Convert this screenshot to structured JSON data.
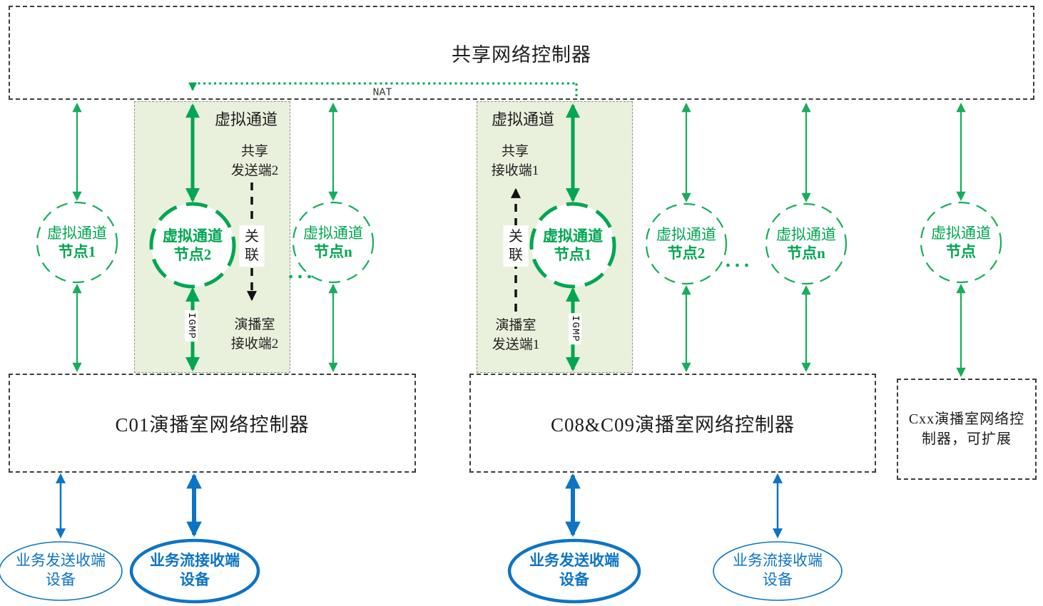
{
  "colors": {
    "green_accent": "#00a651",
    "green_thin": "#17ad5b",
    "panel_fill": "#e9f0dc",
    "blue_accent": "#0d74c5",
    "dash_border": "#3d3d3d"
  },
  "top_controller": {
    "label": "共享网络控制器"
  },
  "nat": {
    "label": "NAT"
  },
  "panels": [
    {
      "title": "虚拟通道"
    },
    {
      "title": "虚拟通道"
    }
  ],
  "nodes": [
    {
      "line1": "虚拟通道",
      "line2": "节点1"
    },
    {
      "line1": "虚拟通道",
      "line2": "节点2"
    },
    {
      "line1": "虚拟通道",
      "line2": "节点n"
    },
    {
      "line1": "虚拟通道",
      "line2": "节点1"
    },
    {
      "line1": "虚拟通道",
      "line2": "节点2"
    },
    {
      "line1": "虚拟通道",
      "line2": "节点n"
    },
    {
      "line1": "虚拟通道",
      "line2": "节点"
    }
  ],
  "ellipsis": "···",
  "flow_labels": {
    "left_top": {
      "line1": "共享",
      "line2": "发送端2"
    },
    "left_assoc": "关联",
    "left_bottom": {
      "line1": "演播室",
      "line2": "接收端2"
    },
    "left_igmp": "IGMP",
    "right_top": {
      "line1": "共享",
      "line2": "接收端1"
    },
    "right_assoc": "关联",
    "right_bottom": {
      "line1": "演播室",
      "line2": "发送端1"
    },
    "right_igmp": "IGMP"
  },
  "controllers": [
    {
      "label": "C01演播室网络控制器"
    },
    {
      "label": "C08&C09演播室网络控制器"
    },
    {
      "line1": "Cxx演播室网络控",
      "line2": "制器，可扩展"
    }
  ],
  "devices": [
    {
      "line1": "业务发送收端",
      "line2": "设备"
    },
    {
      "line1": "业务流接收端",
      "line2": "设备"
    },
    {
      "line1": "业务发送收端",
      "line2": "设备"
    },
    {
      "line1": "业务流接收端",
      "line2": "设备"
    }
  ]
}
